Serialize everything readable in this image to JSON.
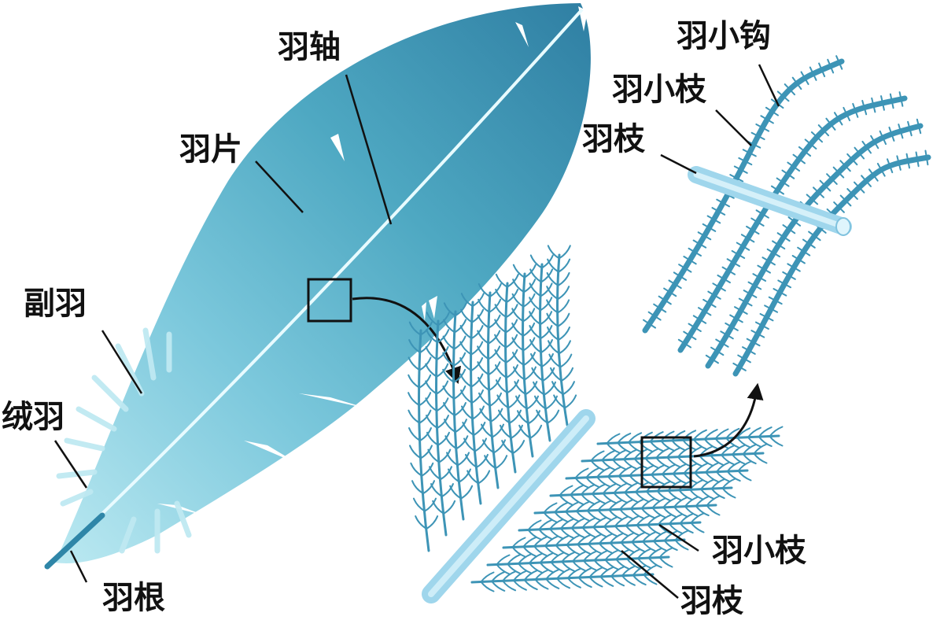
{
  "labels": {
    "shaft": "羽轴",
    "vane": "羽片",
    "afterfeather": "副羽",
    "down": "绒羽",
    "calamus": "羽根",
    "barbule_bottom": "羽小枝",
    "barb_bottom": "羽枝",
    "hooklet": "羽小钩",
    "barbule_top": "羽小枝",
    "barb_top": "羽枝"
  },
  "colors": {
    "feather_dark": "#2f7fa3",
    "feather_mid": "#4ea8c2",
    "feather_light": "#bdeaf2",
    "barb_rod": "#9fd6ec",
    "barbule": "#3d94b6",
    "line": "#111111"
  }
}
